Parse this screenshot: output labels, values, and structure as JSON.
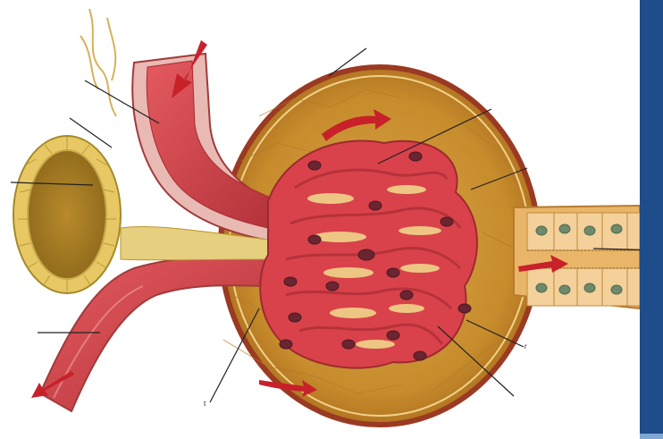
{
  "diagram": {
    "colors": {
      "capsule_fill": "#c98f2e",
      "capsule_edge": "#8a3a1e",
      "vessel_red": "#d8434a",
      "vessel_dark": "#a82b33",
      "tubule_cells": "#f2c78a",
      "nucleus": "#6f8a6a",
      "macula_fill": "#e0c262",
      "arrow": "#c8212a",
      "side_bar": "#1f4c8a"
    },
    "icons": [
      "flow-arrow-icon"
    ],
    "label_marks": [
      {
        "id": "mark-right-1",
        "text": "r"
      },
      {
        "id": "mark-bottom-1",
        "text": "t"
      }
    ]
  }
}
